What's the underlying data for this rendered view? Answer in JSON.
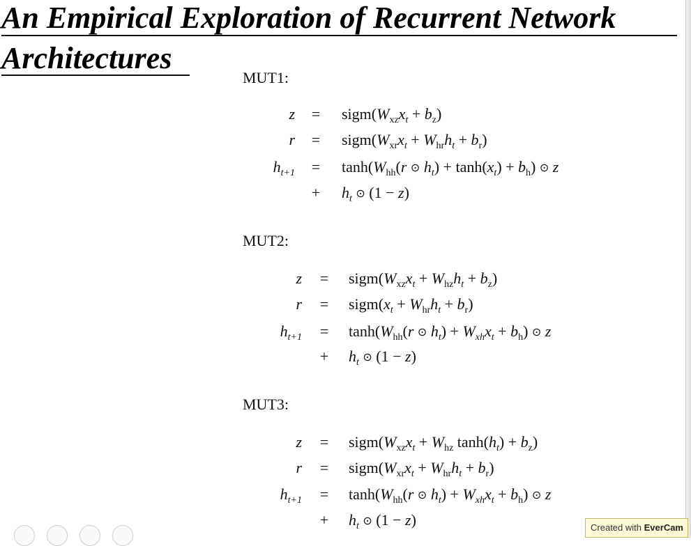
{
  "title": {
    "line1": "An Empirical Exploration of Recurrent Network",
    "line2": "Architectures"
  },
  "sections": [
    {
      "heading": "MUT1:",
      "rows": [
        {
          "lhs": "z",
          "op": "=",
          "rhs_html": "sigm(<span class=\"m\">W</span><span class=\"sub-up\">xz</span><span class=\"m\">x</span><span class=\"sub m\">t</span> + <span class=\"m\">b</span><span class=\"sub-up\">z</span>)"
        },
        {
          "lhs": "r",
          "op": "=",
          "rhs_html": "sigm(<span class=\"m\">W</span><span class=\"sub-up\">xr</span><span class=\"m\">x</span><span class=\"sub m\">t</span> + <span class=\"m\">W</span><span class=\"sub-up\">hr</span><span class=\"m\">h</span><span class=\"sub m\">t</span> + <span class=\"m\">b</span><span class=\"sub-up\">r</span>)"
        },
        {
          "lhs": "h",
          "lhs_sub": "t+1",
          "op": "=",
          "rhs_html": "tanh(<span class=\"m\">W</span><span class=\"sub-up\">hh</span>(<span class=\"m\">r</span> <span class=\"odot\">⊙</span> <span class=\"m\">h</span><span class=\"sub m\">t</span>) + tanh(<span class=\"m\">x</span><span class=\"sub m\">t</span>) + <span class=\"m\">b</span><span class=\"sub-up\">h</span>) <span class=\"odot\">⊙</span> <span class=\"m\">z</span>"
        },
        {
          "lhs": "",
          "op": "+",
          "rhs_html": "<span class=\"m\">h</span><span class=\"sub m\">t</span> <span class=\"odot\">⊙</span> (1 − <span class=\"m\">z</span>)"
        }
      ]
    },
    {
      "heading": "MUT2:",
      "rows": [
        {
          "lhs": "z",
          "op": "=",
          "rhs_html": "sigm(<span class=\"m\">W</span><span class=\"sub-up\">xz</span><span class=\"m\">x</span><span class=\"sub m\">t</span> + <span class=\"m\">W</span><span class=\"sub-up\">hz</span><span class=\"m\">h</span><span class=\"sub m\">t</span> + <span class=\"m\">b</span><span class=\"sub-up\">z</span>)"
        },
        {
          "lhs": "r",
          "op": "=",
          "rhs_html": "sigm(<span class=\"m\">x</span><span class=\"sub m\">t</span> + <span class=\"m\">W</span><span class=\"sub-up\">hr</span><span class=\"m\">h</span><span class=\"sub m\">t</span> + <span class=\"m\">b</span><span class=\"sub-up\">r</span>)"
        },
        {
          "lhs": "h",
          "lhs_sub": "t+1",
          "op": "=",
          "rhs_html": "tanh(<span class=\"m\">W</span><span class=\"sub-up\">hh</span>(<span class=\"m\">r</span> <span class=\"odot\">⊙</span> <span class=\"m\">h</span><span class=\"sub m\">t</span>) + <span class=\"m\">W</span><span class=\"sub m\">xh</span><span class=\"m\">x</span><span class=\"sub m\">t</span> + <span class=\"m\">b</span><span class=\"sub-up\">h</span>) <span class=\"odot\">⊙</span> <span class=\"m\">z</span>"
        },
        {
          "lhs": "",
          "op": "+",
          "rhs_html": "<span class=\"m\">h</span><span class=\"sub m\">t</span> <span class=\"odot\">⊙</span> (1 − <span class=\"m\">z</span>)"
        }
      ]
    },
    {
      "heading": "MUT3:",
      "rows": [
        {
          "lhs": "z",
          "op": "=",
          "rhs_html": "sigm(<span class=\"m\">W</span><span class=\"sub-up\">xz</span><span class=\"m\">x</span><span class=\"sub m\">t</span> + <span class=\"m\">W</span><span class=\"sub-up\">hz</span> tanh(<span class=\"m\">h</span><span class=\"sub m\">t</span>) + <span class=\"m\">b</span><span class=\"sub-up\">z</span>)"
        },
        {
          "lhs": "r",
          "op": "=",
          "rhs_html": "sigm(<span class=\"m\">W</span><span class=\"sub-up\">xr</span><span class=\"m\">x</span><span class=\"sub m\">t</span> + <span class=\"m\">W</span><span class=\"sub-up\">hr</span><span class=\"m\">h</span><span class=\"sub m\">t</span> + <span class=\"m\">b</span><span class=\"sub-up\">r</span>)"
        },
        {
          "lhs": "h",
          "lhs_sub": "t+1",
          "op": "=",
          "rhs_html": "tanh(<span class=\"m\">W</span><span class=\"sub-up\">hh</span>(<span class=\"m\">r</span> <span class=\"odot\">⊙</span> <span class=\"m\">h</span><span class=\"sub m\">t</span>) + <span class=\"m\">W</span><span class=\"sub m\">xh</span><span class=\"m\">x</span><span class=\"sub m\">t</span> + <span class=\"m\">b</span><span class=\"sub-up\">h</span>) <span class=\"odot\">⊙</span> <span class=\"m\">z</span>"
        },
        {
          "lhs": "",
          "op": "+",
          "rhs_html": "<span class=\"m\">h</span><span class=\"sub m\">t</span> <span class=\"odot\">⊙</span> (1 − <span class=\"m\">z</span>)"
        }
      ]
    }
  ],
  "watermark": {
    "prefix": "Created with",
    "brand": "EverCam"
  }
}
